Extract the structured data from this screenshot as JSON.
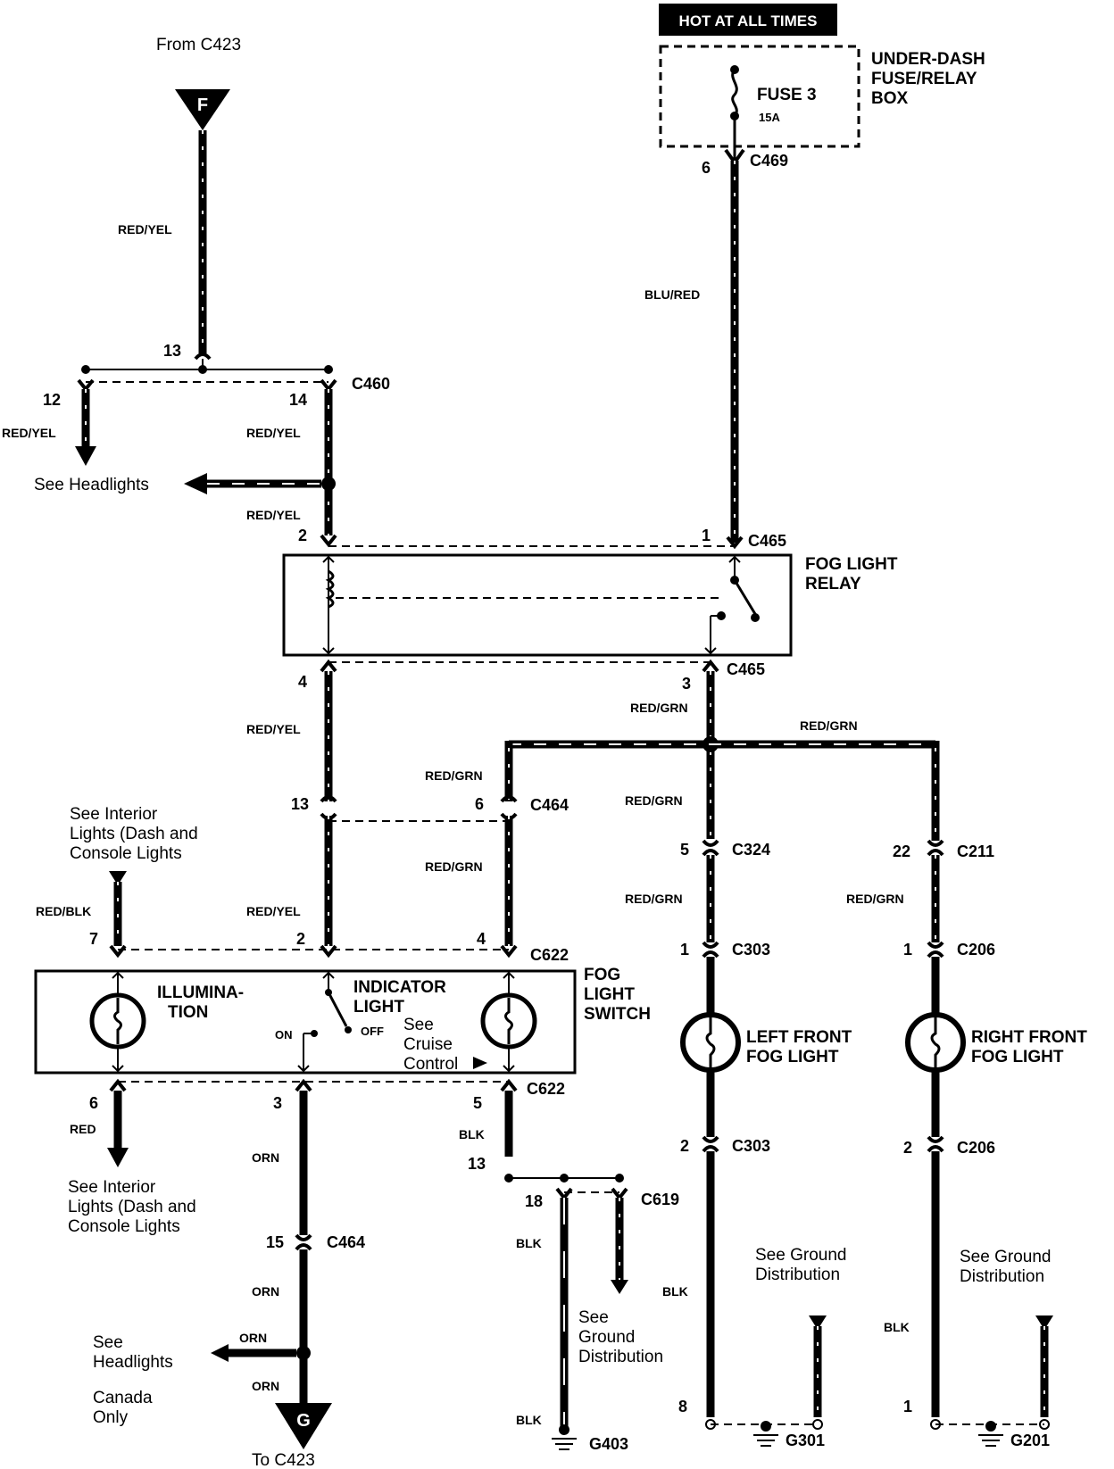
{
  "hot_at_all_times": "HOT AT ALL TIMES",
  "fuse_box": {
    "line1": "UNDER-DASH",
    "line2": "FUSE/RELAY",
    "line3": "BOX",
    "fuse": "FUSE 3",
    "rating": "15A"
  },
  "from_c423": "From C423",
  "to_c423": "To C423",
  "terminal_f": "F",
  "terminal_g": "G",
  "relay": {
    "line1": "FOG LIGHT",
    "line2": "RELAY"
  },
  "switch": {
    "line1": "FOG",
    "line2": "LIGHT",
    "line3": "SWITCH",
    "illum1": "ILLUMINA-",
    "illum2": "TION",
    "ind1": "INDICATOR",
    "ind2": "LIGHT",
    "on": "ON",
    "off": "OFF",
    "cruise1": "See",
    "cruise2": "Cruise",
    "cruise3": "Control"
  },
  "left_fog": {
    "line1": "LEFT FRONT",
    "line2": "FOG LIGHT"
  },
  "right_fog": {
    "line1": "RIGHT FRONT",
    "line2": "FOG LIGHT"
  },
  "see_headlights": "See  Headlights",
  "see_headlights2": {
    "line1": "See",
    "line2": "Headlights"
  },
  "canada_only": {
    "line1": "Canada",
    "line2": "Only"
  },
  "interior_top": {
    "line1": "See  Interior",
    "line2": "Lights (Dash and",
    "line3": "Console Lights"
  },
  "interior_bottom": {
    "line1": "See  Interior",
    "line2": "Lights (Dash and",
    "line3": "Console Lights"
  },
  "ground_g403": {
    "line1": "See",
    "line2": "Ground",
    "line3": "Distribution"
  },
  "ground_g301": {
    "line1": "See  Ground",
    "line2": "Distribution"
  },
  "ground_g201": {
    "line1": "See  Ground",
    "line2": "Distribution"
  },
  "wire_colors": {
    "red_yel": "RED/YEL",
    "blu_red": "BLU/RED",
    "red_grn": "RED/GRN",
    "red_blk": "RED/BLK",
    "red": "RED",
    "orn": "ORN",
    "blk": "BLK"
  },
  "connectors": {
    "c469": "C469",
    "c460": "C460",
    "c465": "C465",
    "c464": "C464",
    "c622": "C622",
    "c324": "C324",
    "c211": "C211",
    "c303": "C303",
    "c206": "C206",
    "c619": "C619"
  },
  "grounds": {
    "g403": "G403",
    "g301": "G301",
    "g201": "G201"
  },
  "pins": {
    "p6": "6",
    "p13": "13",
    "p12": "12",
    "p14": "14",
    "p2": "2",
    "p1": "1",
    "p4": "4",
    "p3": "3",
    "p5": "5",
    "p22": "22",
    "p7": "7",
    "p15": "15",
    "p18": "18",
    "p8": "8"
  }
}
